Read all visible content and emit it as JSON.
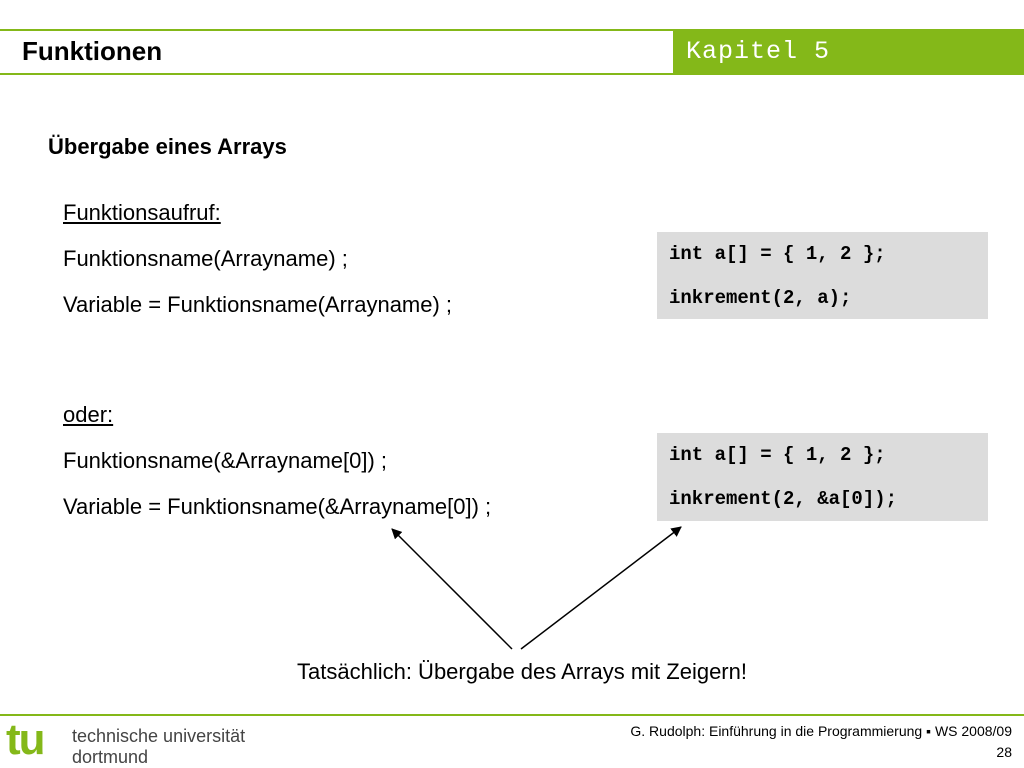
{
  "header": {
    "title": "Funktionen",
    "chapter": "Kapitel 5"
  },
  "section": {
    "title": "Übergabe eines Arrays"
  },
  "block1": {
    "label": "Funktionsaufruf:",
    "line1": "Funktionsname(Arrayname) ;",
    "line2": "Variable = Funktionsname(Arrayname) ;",
    "code": [
      "int a[] = { 1, 2 };",
      "inkrement(2, a);"
    ]
  },
  "block2": {
    "label": "oder:",
    "line1": "Funktionsname(&Arrayname[0]) ;",
    "line2": "Variable = Funktionsname(&Arrayname[0]) ;",
    "code": [
      "int a[] = { 1, 2 };",
      "inkrement(2, &a[0]);"
    ]
  },
  "conclusion": "Tatsächlich: Übergabe des Arrays mit Zeigern!",
  "footer": {
    "logo_mark": "tu",
    "logo_line1": "technische universität",
    "logo_line2": "dortmund",
    "credit": "G. Rudolph: Einführung in die Programmierung ▪ WS 2008/09",
    "page": "28"
  },
  "colors": {
    "accent": "#84b819",
    "code_bg": "#dcdcdc"
  }
}
